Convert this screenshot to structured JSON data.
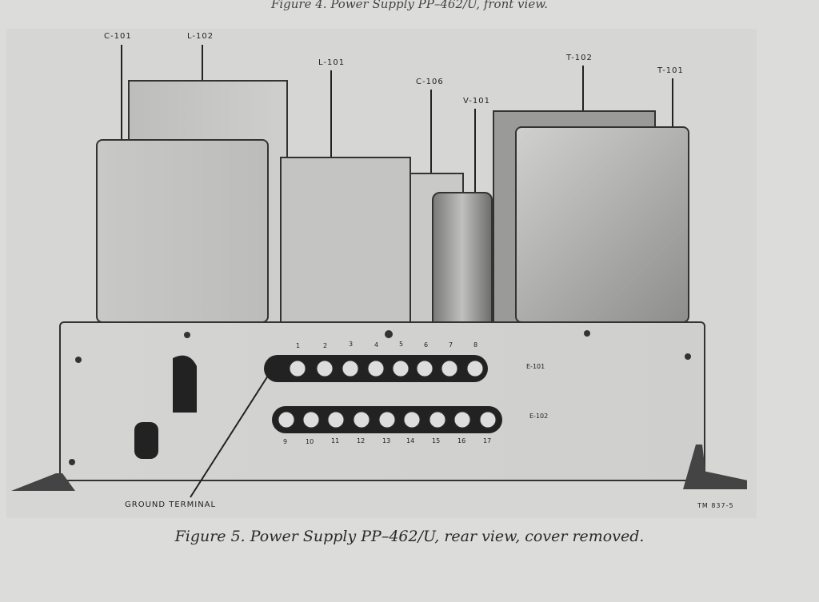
{
  "captions": {
    "figure4": "Figure 4.   Power Supply PP–462/U, front view.",
    "figure5": "Figure 5.   Power Supply PP–462/U, rear view, cover removed."
  },
  "labels": {
    "c101": "C-101",
    "l102": "L-102",
    "l101": "L-101",
    "c106": "C-106",
    "v101": "V-101",
    "t102": "T-102",
    "t101": "T-101",
    "e101": "E-101",
    "e102": "E-102",
    "ground": "GROUND TERMINAL",
    "tm": "TM 837-5"
  },
  "terminals_top": [
    "1",
    "2",
    "3",
    "4",
    "5",
    "6",
    "7",
    "8"
  ],
  "terminals_bottom": [
    "9",
    "10",
    "11",
    "12",
    "13",
    "14",
    "15",
    "16",
    "17"
  ]
}
